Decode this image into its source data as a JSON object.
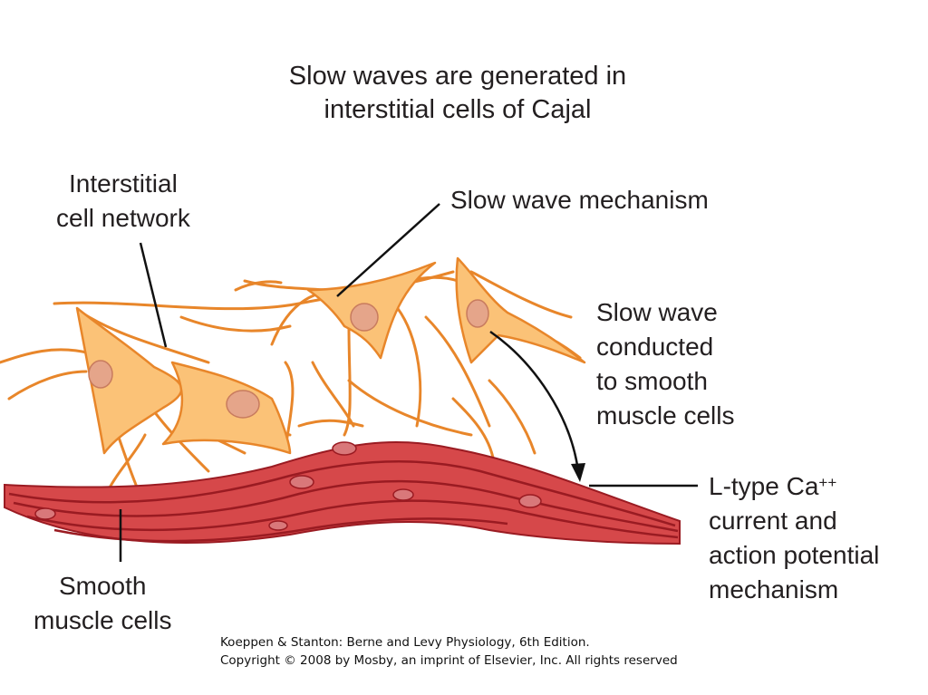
{
  "title": {
    "line1": "Slow waves are generated in",
    "line2": "interstitial cells of Cajal"
  },
  "labels": {
    "interstitial_network": [
      "Interstitial",
      "cell network"
    ],
    "slow_wave_mechanism": "Slow wave mechanism",
    "slow_wave_conducted": [
      "Slow wave",
      "conducted",
      "to smooth",
      "muscle cells"
    ],
    "l_type": {
      "line1_main": "L-type Ca",
      "line1_sup": "++",
      "line2": "current and",
      "line3": "action potential",
      "line4": "mechanism"
    },
    "smooth_muscle": [
      "Smooth",
      "muscle cells"
    ]
  },
  "credit": {
    "line1": "Koeppen & Stanton: Berne and Levy Physiology, 6th Edition.",
    "line2": "Copyright © 2008 by Mosby, an imprint of Elsevier, Inc. All rights reserved"
  },
  "colors": {
    "cell_fill": "#fbc277",
    "cell_stroke": "#e8862a",
    "nucleus": "#e5a58a",
    "muscle": "#d6484a",
    "muscle_dark": "#9a1b22"
  }
}
